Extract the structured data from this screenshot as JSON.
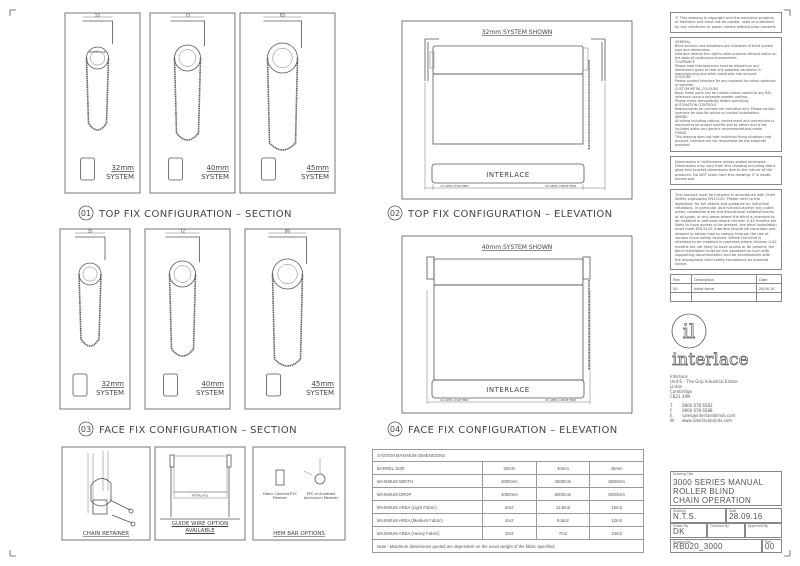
{
  "sections": {
    "top_fix": {
      "number": "01",
      "title": "TOP FIX CONFIGURATION – SECTION",
      "systems": [
        {
          "label": "32mm SYSTEM",
          "dim": "55"
        },
        {
          "label": "40mm SYSTEM",
          "dim": "75"
        },
        {
          "label": "45mm SYSTEM",
          "dim": "85"
        }
      ],
      "brand_text": "INTERLACE"
    },
    "face_fix": {
      "number": "03",
      "title": "FACE FIX CONFIGURATION – SECTION",
      "systems": [
        {
          "label": "32mm SYSTEM",
          "dim": "55"
        },
        {
          "label": "40mm SYSTEM",
          "dim": "72"
        },
        {
          "label": "45mm SYSTEM",
          "dim": "80"
        }
      ]
    }
  },
  "elevations": {
    "top_fix": {
      "number": "02",
      "title": "TOP FIX CONFIGURATION – ELEVATION",
      "system_shown": "32mm SYSTEM SHOWN",
      "brand_text": "INTERLACE",
      "idle_dim": "14 APPX- IDLE END",
      "drive_dim": "23 APPX- DRIVE END"
    },
    "face_fix": {
      "number": "04",
      "title": "FACE FIX CONFIGURATION – ELEVATION",
      "system_shown": "40mm SYSTEM SHOWN",
      "brand_text": "INTERLACE",
      "idle_dim": "14 APPX- IDLE END",
      "drive_dim": "23 APPX- DRIVE END"
    }
  },
  "details": {
    "chain_retainer": "CHAIN RETAINER",
    "guide_wire": "GUIDE WIRE OPTION AVAILABLE",
    "guide_wire_brand": "INTERLACE",
    "hem_bar": "HEM BAR OPTIONS",
    "hem_fabric": "Fabric Covered PVC Member",
    "hem_ppc": "PPC or Anodised Aluminium Member"
  },
  "max_table": {
    "title": "SYSTEM MAXIMUM DIMENSIONS",
    "rows": [
      [
        "BARREL SIZE",
        "32mm",
        "40mm",
        "45mm"
      ],
      [
        "MAXIMUM WIDTH",
        "2000mm",
        "2500mm",
        "3000mm"
      ],
      [
        "MAXIMUM DROP",
        "4000mm",
        "5000mm",
        "5000mm"
      ],
      [
        "MAXIMUM AREA (Light Fabric)",
        "6m2",
        "12.5m2",
        "15m2"
      ],
      [
        "MAXIMUM AREA (Medium Fabric)",
        "4m2",
        "9.5m2",
        "12m2"
      ],
      [
        "MAXIMUM AREA (Heavy Fabric)",
        "3m2",
        "7m2",
        "10m2"
      ]
    ],
    "note": "Note : Maximum dimensions quoted are dependent on the exact weight of the fabric specified"
  },
  "notes": {
    "copyright": "© This drawing is copyright and the exclusive property of Interlace and must not be copied, used or published by any electronic or paper means without prior consent.",
    "general": "GENERAL\nBlind sections and elevations are indicative of blind system type and dimensions.\nInterlace reserve the right to alter products without notice on the basis of continuous improvement.\nTOLERANCE\nPlease note that tolerance must be allowed on any dimensions given to take any potential variations in manufacturing and other substrates into account.\nCOLOURS\nPlease contact Interlace for any requests for colour swatches or samples.\nCUSTOM METAL COLOURS\nBasic metal parts can be custom colour coated to any RAL reference using a polyester powder coating.\nPlease check compatibility before specifying.\nAUTOMATION CONTROLS\nRequirements for controls are indicative only. Please contact Interlace for specific advice on control installations.\nWIRING\nAll wiring including cabling, containment and connections is assumed to be project specific and by others and is not included within any generic recommendations made.\nFIXING\nThis drawing does not take individual fixing situations into account, Interlace are not responsible for the substrate provided.",
    "dimensions": "Dimensions in millimetres unless stated otherwise. Dimensions may vary from this drawing including fabric gaps and bracket dimensions due to the nature of the products. Do NOT scale from this drawing. If in doubt please ask.",
    "safety": "This product must be installed in accordance with Child Safety Legislation EN13120. Please refer to the legislation for full details and guidance on individual situations. In particular (but not exclusively) any public areas, residential area and educational establishments of all types, or any areas where the blind is intended to be installed in premises where children 0-42 months are likely to have access or be present, the blind installation must meet EN13120. Interlace should be consulted and allowed to advise how to comply through the use of various chain safety devices. Where the blind is intended to be installed in premises where children 0-42 months are not likely to have access or be present, the blind installation must be risk assessed as such with supporting documentation and be accompanied with the appropriate child safety compliance as required notice."
  },
  "revisions": {
    "headers": [
      "Rev",
      "Description",
      "Date"
    ],
    "rows": [
      [
        "00",
        "Initial Issue",
        "28.09.16"
      ]
    ]
  },
  "company": {
    "logo_text": "interlace",
    "address": [
      "Interlace",
      "Unit 6 – The Grip Industrial Estate",
      "Linton",
      "Cambridge",
      "CB21 4XN"
    ],
    "contacts": [
      {
        "k": "T",
        "v": "0800 678 6583"
      },
      {
        "k": "F",
        "v": "0800 678 6588"
      },
      {
        "k": "E",
        "v": "sales@interlaceblinds.com"
      },
      {
        "k": "W",
        "v": "www.interlaceblinds.com"
      }
    ]
  },
  "title_block": {
    "drawing_title_label": "Drawing Title",
    "drawing_title": [
      "3000 SERIES MANUAL",
      "ROLLER BLIND",
      "CHAIN OPERATION"
    ],
    "scale_label": "Scale(s)",
    "scale": "N.T.S.",
    "date_label": "Date",
    "date": "28.09.16",
    "drawn_by_label": "Drawn By",
    "drawn_by": "DK",
    "checked_by_label": "Checked By",
    "approved_by_label": "Approved By",
    "drawing_no_label": "Drawing No",
    "drawing_no": "RB020_3000",
    "rev_label": "Rev",
    "rev": "00"
  }
}
